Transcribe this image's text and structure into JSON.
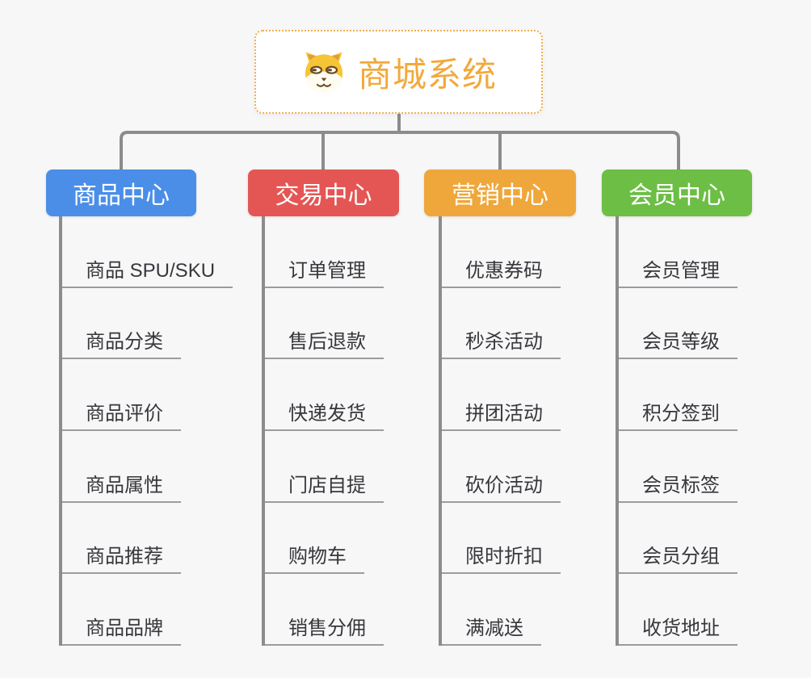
{
  "title": "商城系统",
  "colors": {
    "connector": "#8c8c8c",
    "leaf_underline": "#9c9c9c",
    "background": "#f7f7f8",
    "root_text": "#f2a93c",
    "root_border": "#f0ad4e"
  },
  "root": {
    "label": "商城系统",
    "icon": "dog-face-icon"
  },
  "branches": [
    {
      "label": "商品中心",
      "color": "#4a8ee8",
      "children": [
        "商品 SPU/SKU",
        "商品分类",
        "商品评价",
        "商品属性",
        "商品推荐",
        "商品品牌"
      ]
    },
    {
      "label": "交易中心",
      "color": "#e45654",
      "children": [
        "订单管理",
        "售后退款",
        "快递发货",
        "门店自提",
        "购物车",
        "销售分佣"
      ]
    },
    {
      "label": "营销中心",
      "color": "#efa73b",
      "children": [
        "优惠券码",
        "秒杀活动",
        "拼团活动",
        "砍价活动",
        "限时折扣",
        "满减送"
      ]
    },
    {
      "label": "会员中心",
      "color": "#6cbe45",
      "children": [
        "会员管理",
        "会员等级",
        "积分签到",
        "会员标签",
        "会员分组",
        "收货地址"
      ]
    }
  ]
}
